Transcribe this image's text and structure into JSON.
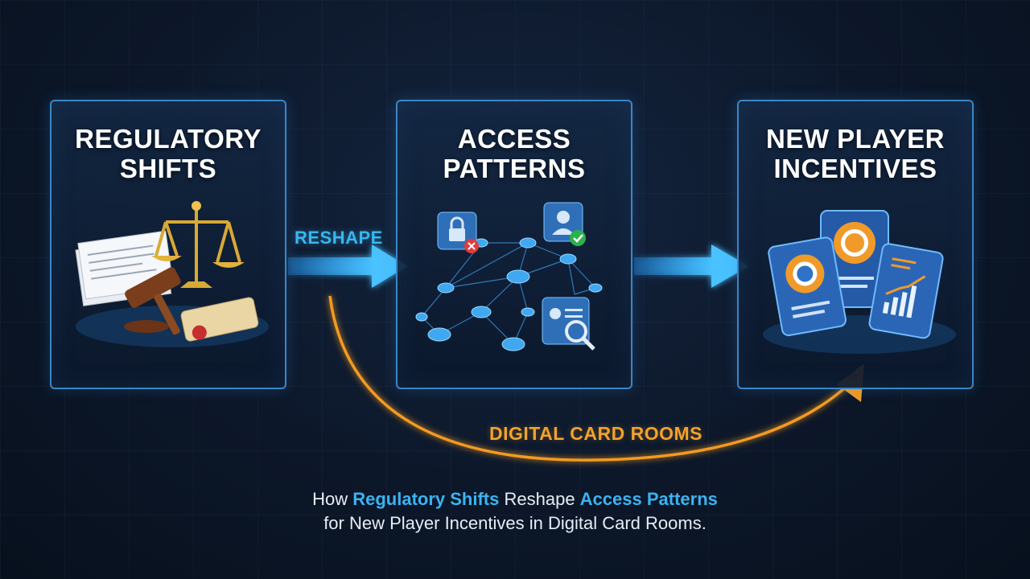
{
  "stages": [
    {
      "title_lines": [
        "REGULATORY",
        "SHIFTS"
      ],
      "icon": "law-gavel-scales-icon"
    },
    {
      "title_lines": [
        "ACCESS",
        "PATTERNS"
      ],
      "icon": "network-access-icon"
    },
    {
      "title_lines": [
        "NEW PLAYER",
        "INCENTIVES"
      ],
      "icon": "player-cards-icon"
    }
  ],
  "connectors": {
    "reshape_label": "RESHAPE",
    "curve_label": "DIGITAL CARD ROOMS"
  },
  "caption": {
    "line1": {
      "part1": "How ",
      "part2": "Regulatory Shifts",
      "part3": " Reshape ",
      "part4": "Access Patterns"
    },
    "line2": "for New Player Incentives in Digital Card Rooms."
  },
  "colors": {
    "panel_border": "#3b86c4",
    "blue_arrow": "#3ab4f2",
    "orange_arrow": "#f39a22",
    "highlight_text": "#3ab4f2",
    "background": "#0c1729"
  }
}
